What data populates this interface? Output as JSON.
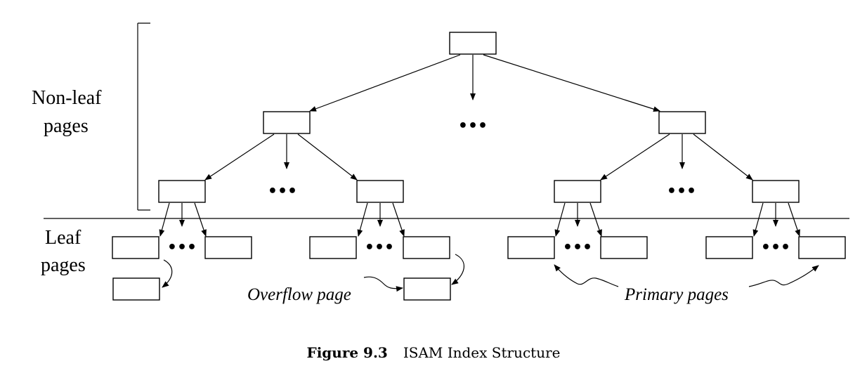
{
  "labels": {
    "non_leaf_line1": "Non-leaf",
    "non_leaf_line2": "pages",
    "leaf_line1": "Leaf",
    "leaf_line2": "pages",
    "overflow": "Overflow page",
    "primary": "Primary pages"
  },
  "caption": {
    "figure": "Figure 9.3",
    "title": "ISAM Index Structure"
  },
  "ellipsis": "•••"
}
